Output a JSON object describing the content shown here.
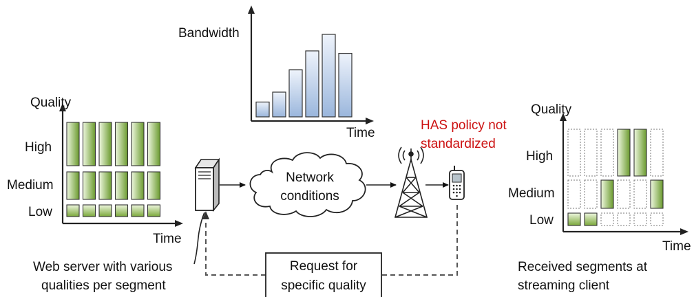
{
  "bandwidth_chart": {
    "y_label": "Bandwidth",
    "x_label": "Time",
    "relative_values": [
      0.18,
      0.3,
      0.57,
      0.8,
      1.0,
      0.77
    ]
  },
  "server_chart": {
    "y_label": "Quality",
    "x_label": "Time",
    "levels": [
      "High",
      "Medium",
      "Low"
    ],
    "segments": 6
  },
  "client_chart": {
    "y_label": "Quality",
    "x_label": "Time",
    "levels": [
      "High",
      "Medium",
      "Low"
    ],
    "received_levels": [
      "Low",
      "Low",
      "Medium",
      "High",
      "High",
      "Medium"
    ]
  },
  "cloud_label_line1": "Network",
  "cloud_label_line2": "conditions",
  "policy_note_line1": "HAS policy not",
  "policy_note_line2": "standardized",
  "server_caption_line1": "Web server with various",
  "server_caption_line2": "qualities per segment",
  "request_line1": "Request for",
  "request_line2": "specific quality",
  "client_caption_line1": "Received segments at",
  "client_caption_line2": "streaming client",
  "colors": {
    "segment_green_light": "#eef7df",
    "segment_green_dark": "#6a9a2e",
    "bar_blue_light": "#eef3fb",
    "bar_blue_dark": "#9ab6dc",
    "policy_red": "#cc1111"
  }
}
